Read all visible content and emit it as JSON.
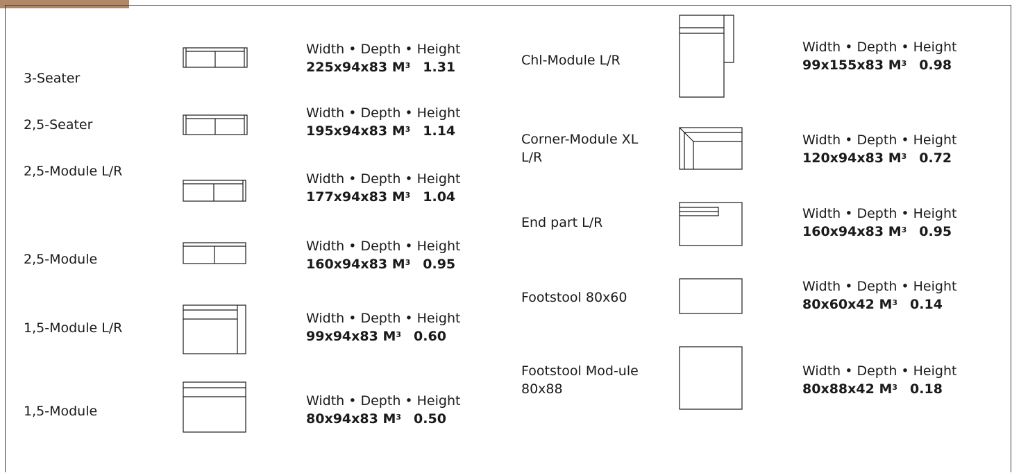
{
  "accent_color": "#b08866",
  "labels": {
    "spec_header": "Width • Depth • Height",
    "volume_unit": "M",
    "volume_exp": "3"
  },
  "left_column": [
    {
      "name": "3-Seater",
      "dims": "225x94x83",
      "volume": "1.31",
      "icon": "sofa-3-seater-icon"
    },
    {
      "name": "2,5-Seater",
      "dims": "195x94x83",
      "volume": "1.14",
      "icon": "sofa-2-5-seater-icon"
    },
    {
      "name": "2,5-Module L/R",
      "dims": "177x94x83",
      "volume": "1.04",
      "icon": "sofa-2-5-module-lr-icon"
    },
    {
      "name": "2,5-Module",
      "dims": "160x94x83",
      "volume": "0.95",
      "icon": "sofa-2-5-module-icon"
    },
    {
      "name": "1,5-Module L/R",
      "dims": "99x94x83",
      "volume": "0.60",
      "icon": "sofa-1-5-module-lr-icon"
    },
    {
      "name": "1,5-Module",
      "dims": "80x94x83",
      "volume": "0.50",
      "icon": "sofa-1-5-module-icon"
    }
  ],
  "right_column": [
    {
      "name": "Chl-Module L/R",
      "dims": "99x155x83",
      "volume": "0.98",
      "icon": "chaise-module-icon"
    },
    {
      "name": "Corner-Module XL L/R",
      "dims": "120x94x83",
      "volume": "0.72",
      "icon": "corner-module-icon"
    },
    {
      "name": "End part L/R",
      "dims": "160x94x83",
      "volume": "0.95",
      "icon": "end-part-icon"
    },
    {
      "name": "Footstool 80x60",
      "dims": "80x60x42",
      "volume": "0.14",
      "icon": "footstool-80x60-icon"
    },
    {
      "name": "Footstool Mod-ule 80x88",
      "dims": "80x88x42",
      "volume": "0.18",
      "icon": "footstool-module-icon"
    }
  ]
}
